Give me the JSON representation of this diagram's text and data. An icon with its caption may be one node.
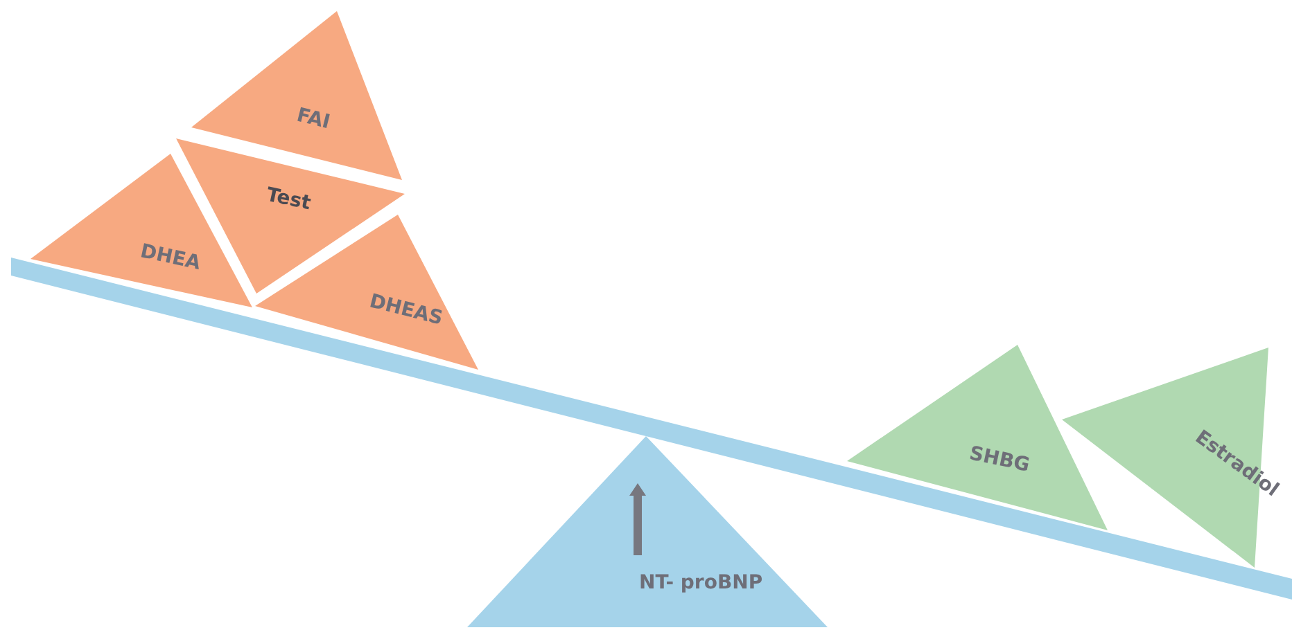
{
  "diagram": {
    "nodes": [
      {
        "text": [
          "FAI"
        ]
      },
      {
        "text": [
          "Test"
        ]
      },
      {
        "text": [
          "DHEA"
        ]
      },
      {
        "text": [
          "DHEAS"
        ]
      },
      {
        "text": [
          "SHBG"
        ]
      },
      {
        "text": [
          "Estradiol"
        ]
      },
      {
        "text": [
          "NT- proBNP"
        ]
      }
    ]
  }
}
